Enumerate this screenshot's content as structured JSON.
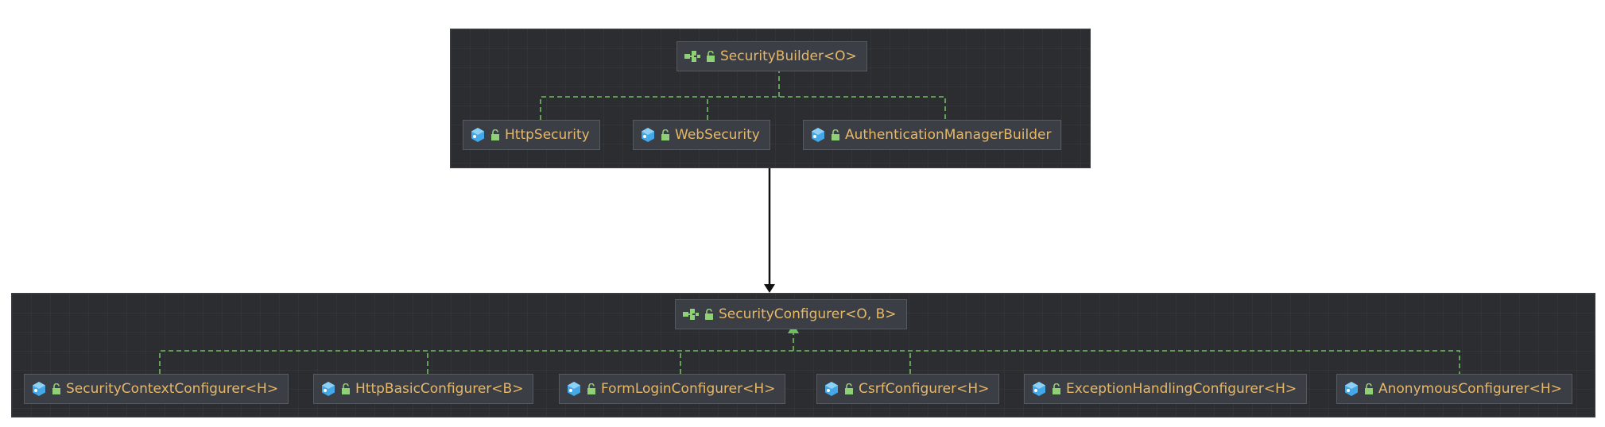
{
  "colors": {
    "panel_bg": "#2b2d30",
    "node_bg": "#3b3e44",
    "label": "#e6b869",
    "edge": "#6fbf5f",
    "interface_icon": "#8fd175",
    "class_icon": "#44a8e8",
    "lock_icon": "#8fd175"
  },
  "top_group": {
    "root": {
      "label": "SecurityBuilder<O>",
      "icon": "interface-icon"
    },
    "children": [
      {
        "label": "HttpSecurity",
        "icon": "class-icon"
      },
      {
        "label": "WebSecurity",
        "icon": "class-icon"
      },
      {
        "label": "AuthenticationManagerBuilder",
        "icon": "class-icon"
      }
    ]
  },
  "bottom_group": {
    "root": {
      "label": "SecurityConfigurer<O, B>",
      "icon": "interface-icon"
    },
    "children": [
      {
        "label": "SecurityContextConfigurer<H>",
        "icon": "class-icon"
      },
      {
        "label": "HttpBasicConfigurer<B>",
        "icon": "class-icon"
      },
      {
        "label": "FormLoginConfigurer<H>",
        "icon": "class-icon"
      },
      {
        "label": "CsrfConfigurer<H>",
        "icon": "class-icon"
      },
      {
        "label": "ExceptionHandlingConfigurer<H>",
        "icon": "class-icon"
      },
      {
        "label": "AnonymousConfigurer<H>",
        "icon": "class-icon"
      }
    ]
  }
}
